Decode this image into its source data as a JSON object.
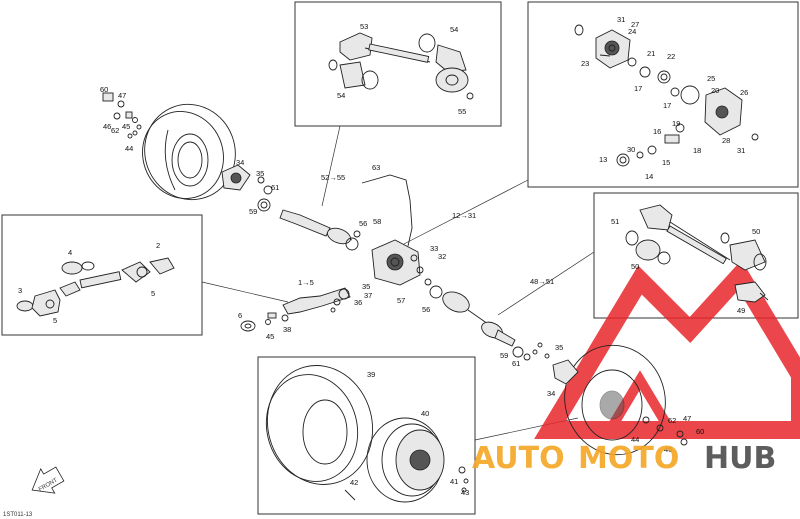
{
  "diagram": {
    "drawing_code": "1ST011-13",
    "front_arrow_text": "FRONT",
    "callouts": {
      "c1_5": "1→5",
      "c2": "2",
      "c3": "3",
      "c4": "4",
      "c5a": "5",
      "c5b": "5",
      "c6": "6",
      "c12_31": "12→31",
      "c13": "13",
      "c14": "14",
      "c15": "15",
      "c16": "16",
      "c17a": "17",
      "c17b": "17",
      "c18": "18",
      "c19": "19",
      "c20": "20",
      "c21": "21",
      "c22": "22",
      "c23": "23",
      "c24": "24",
      "c25": "25",
      "c26": "26",
      "c27": "27",
      "c28": "28",
      "c30": "30",
      "c31a": "31",
      "c31b": "31",
      "c32": "32",
      "c33": "33",
      "c34a": "34",
      "c34b": "34",
      "c35a": "35",
      "c35b": "35",
      "c36": "36",
      "c37": "37",
      "c38": "38",
      "c39": "39",
      "c40": "40",
      "c41": "41",
      "c42": "42",
      "c43": "43",
      "c44a": "44",
      "c44b": "44",
      "c45a": "45",
      "c45b": "45",
      "c46a": "46",
      "c46b": "46",
      "c47a": "47",
      "c47b": "47",
      "c48_51": "48→51",
      "c49": "49",
      "c50a": "50",
      "c50b": "50",
      "c51": "51",
      "c52_55": "52→55",
      "c53": "53",
      "c54a": "54",
      "c54b": "54",
      "c55": "55",
      "c56a": "56",
      "c56b": "56",
      "c57": "57",
      "c58": "58",
      "c59a": "59",
      "c59b": "59",
      "c60a": "60",
      "c60b": "60",
      "c61a": "61",
      "c61b": "61",
      "c62a": "62",
      "c62b": "62",
      "c63": "63"
    }
  },
  "watermark": {
    "part1": "AUTO",
    "part2": "MOTO",
    "part3": "HUB",
    "color_red": "#e8262b",
    "color_orange": "#f5a623",
    "color_gray": "#555555"
  }
}
